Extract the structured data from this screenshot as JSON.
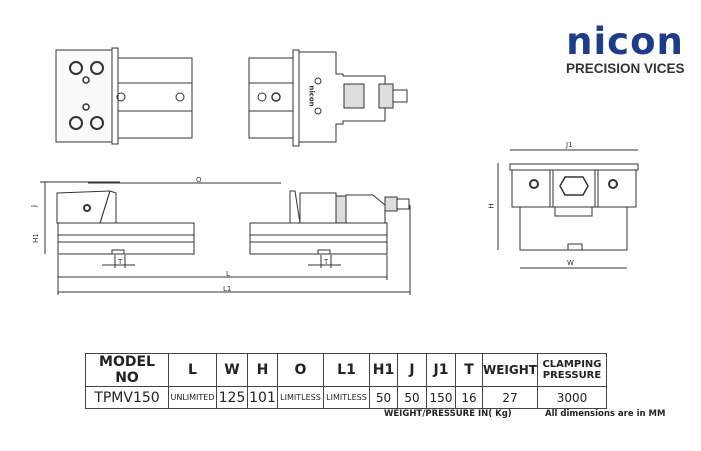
{
  "brand": {
    "logo_text": "nicon",
    "tagline": "PRECISION VICES",
    "color": "#1e3c8c"
  },
  "drawing_labels": {
    "O": "O",
    "J": "J",
    "H1": "H1",
    "T": "T",
    "L": "L",
    "L1": "L1",
    "J1": "J1",
    "H": "H",
    "W": "W",
    "body_mark": "nicon"
  },
  "table": {
    "headers": [
      "MODEL NO",
      "L",
      "W",
      "H",
      "O",
      "L1",
      "H1",
      "J",
      "J1",
      "T",
      "WEIGHT",
      "CLAMPING PRESSURE"
    ],
    "rows": [
      [
        "TPMV150",
        "UNLIMITED",
        "125",
        "101",
        "LIMITLESS",
        "LIMITLESS",
        "50",
        "50",
        "150",
        "16",
        "27",
        "3000"
      ]
    ]
  },
  "footnotes": {
    "units_weight": "WEIGHT/PRESSURE IN( Kg)",
    "units_dims": "All dimensions are in MM"
  }
}
